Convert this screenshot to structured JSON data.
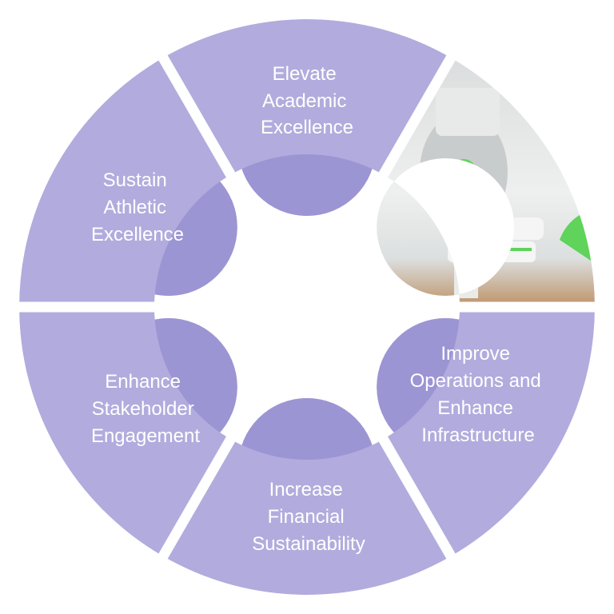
{
  "colors": {
    "segment": "#b1acdd",
    "segment_inner": "#9c95d3",
    "background": "#ffffff",
    "photo_accent": "#5fd35a"
  },
  "segments": [
    {
      "id": "top",
      "lines": [
        "Elevate",
        "Academic",
        "Excellence"
      ]
    },
    {
      "id": "upper-right",
      "image": "treatment-room-photo",
      "lines": []
    },
    {
      "id": "lower-right",
      "lines": [
        "Improve",
        "Operations and",
        "Enhance",
        "Infrastructure"
      ]
    },
    {
      "id": "bottom",
      "lines": [
        "Increase",
        "Financial",
        "Sustainability"
      ]
    },
    {
      "id": "lower-left",
      "lines": [
        "Enhance",
        "Stakeholder",
        "Engagement"
      ]
    },
    {
      "id": "upper-left",
      "lines": [
        "Sustain",
        "Athletic",
        "Excellence"
      ]
    }
  ]
}
